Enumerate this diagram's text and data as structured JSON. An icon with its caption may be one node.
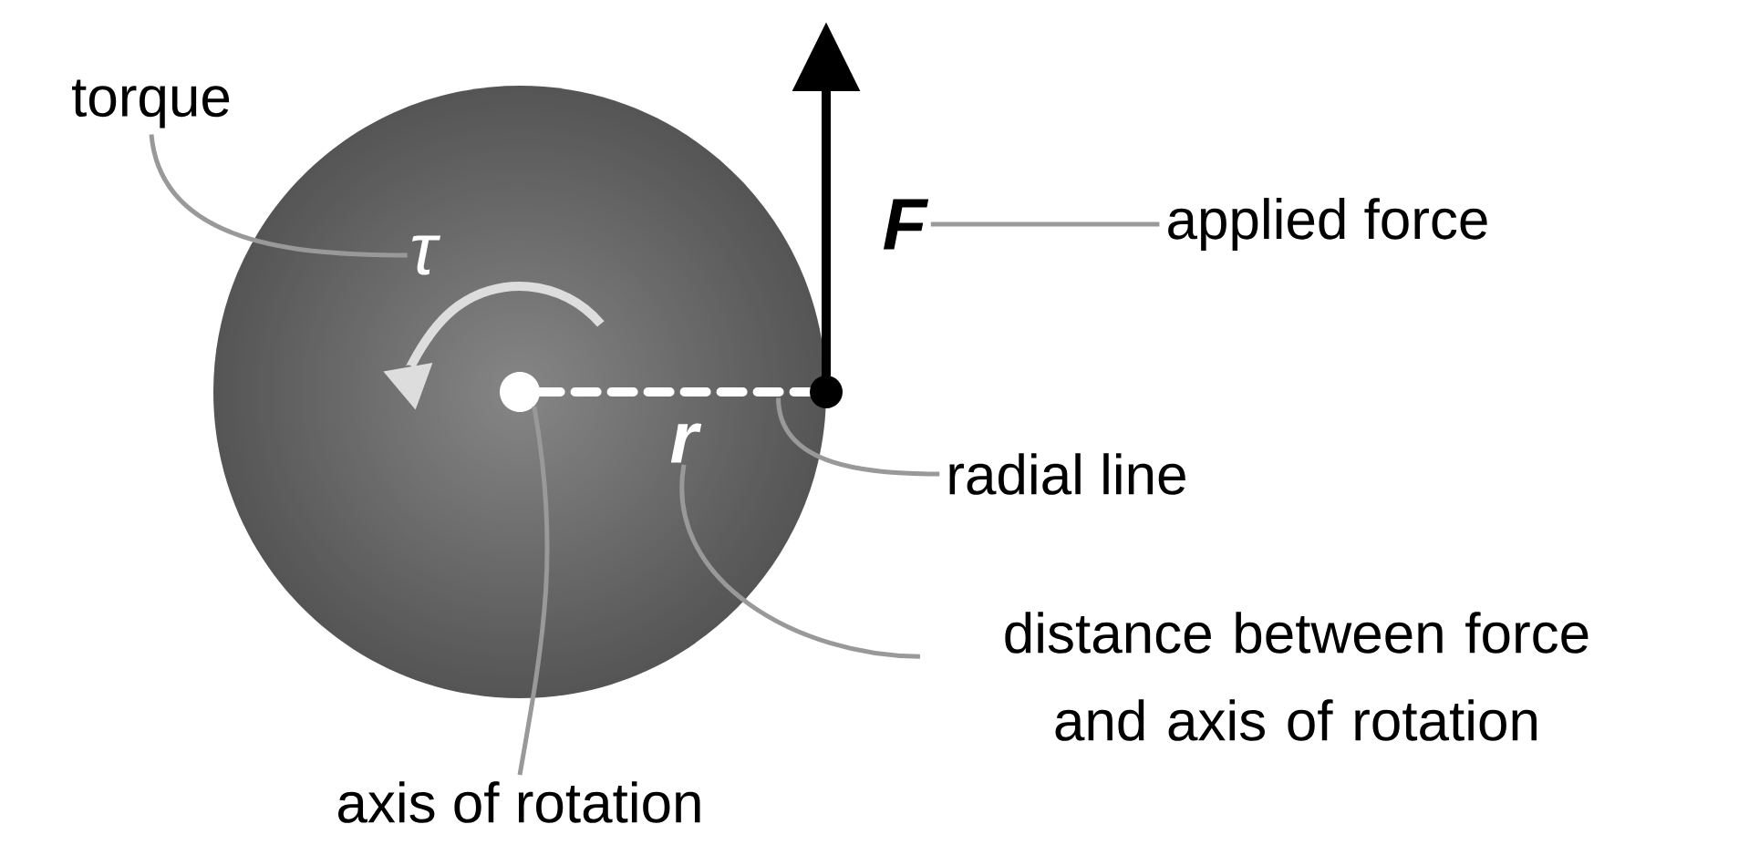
{
  "diagram": {
    "nodes": [
      {
        "text": [
          "torque"
        ]
      },
      {
        "text": [
          "τ"
        ]
      },
      {
        "text": [
          "F"
        ]
      },
      {
        "text": [
          "applied force"
        ]
      },
      {
        "text": [
          "radial line"
        ]
      },
      {
        "text": [],
        "shape": "line"
      },
      {
        "text": [
          "r"
        ]
      },
      {
        "text": [
          "distance between force and axis of rotation"
        ]
      },
      {
        "text": [
          "axis of rotation"
        ]
      },
      {
        "text": [],
        "shape": "circle"
      }
    ],
    "edges": [
      {
        "from": 0,
        "to": 1,
        "arrow": "none"
      },
      {
        "from": 3,
        "to": 2,
        "arrow": "none"
      },
      {
        "from": 4,
        "to": 5,
        "arrow": "none"
      },
      {
        "from": 7,
        "to": 6,
        "arrow": "none"
      },
      {
        "from": 8,
        "to": 9,
        "arrow": "none"
      }
    ]
  }
}
